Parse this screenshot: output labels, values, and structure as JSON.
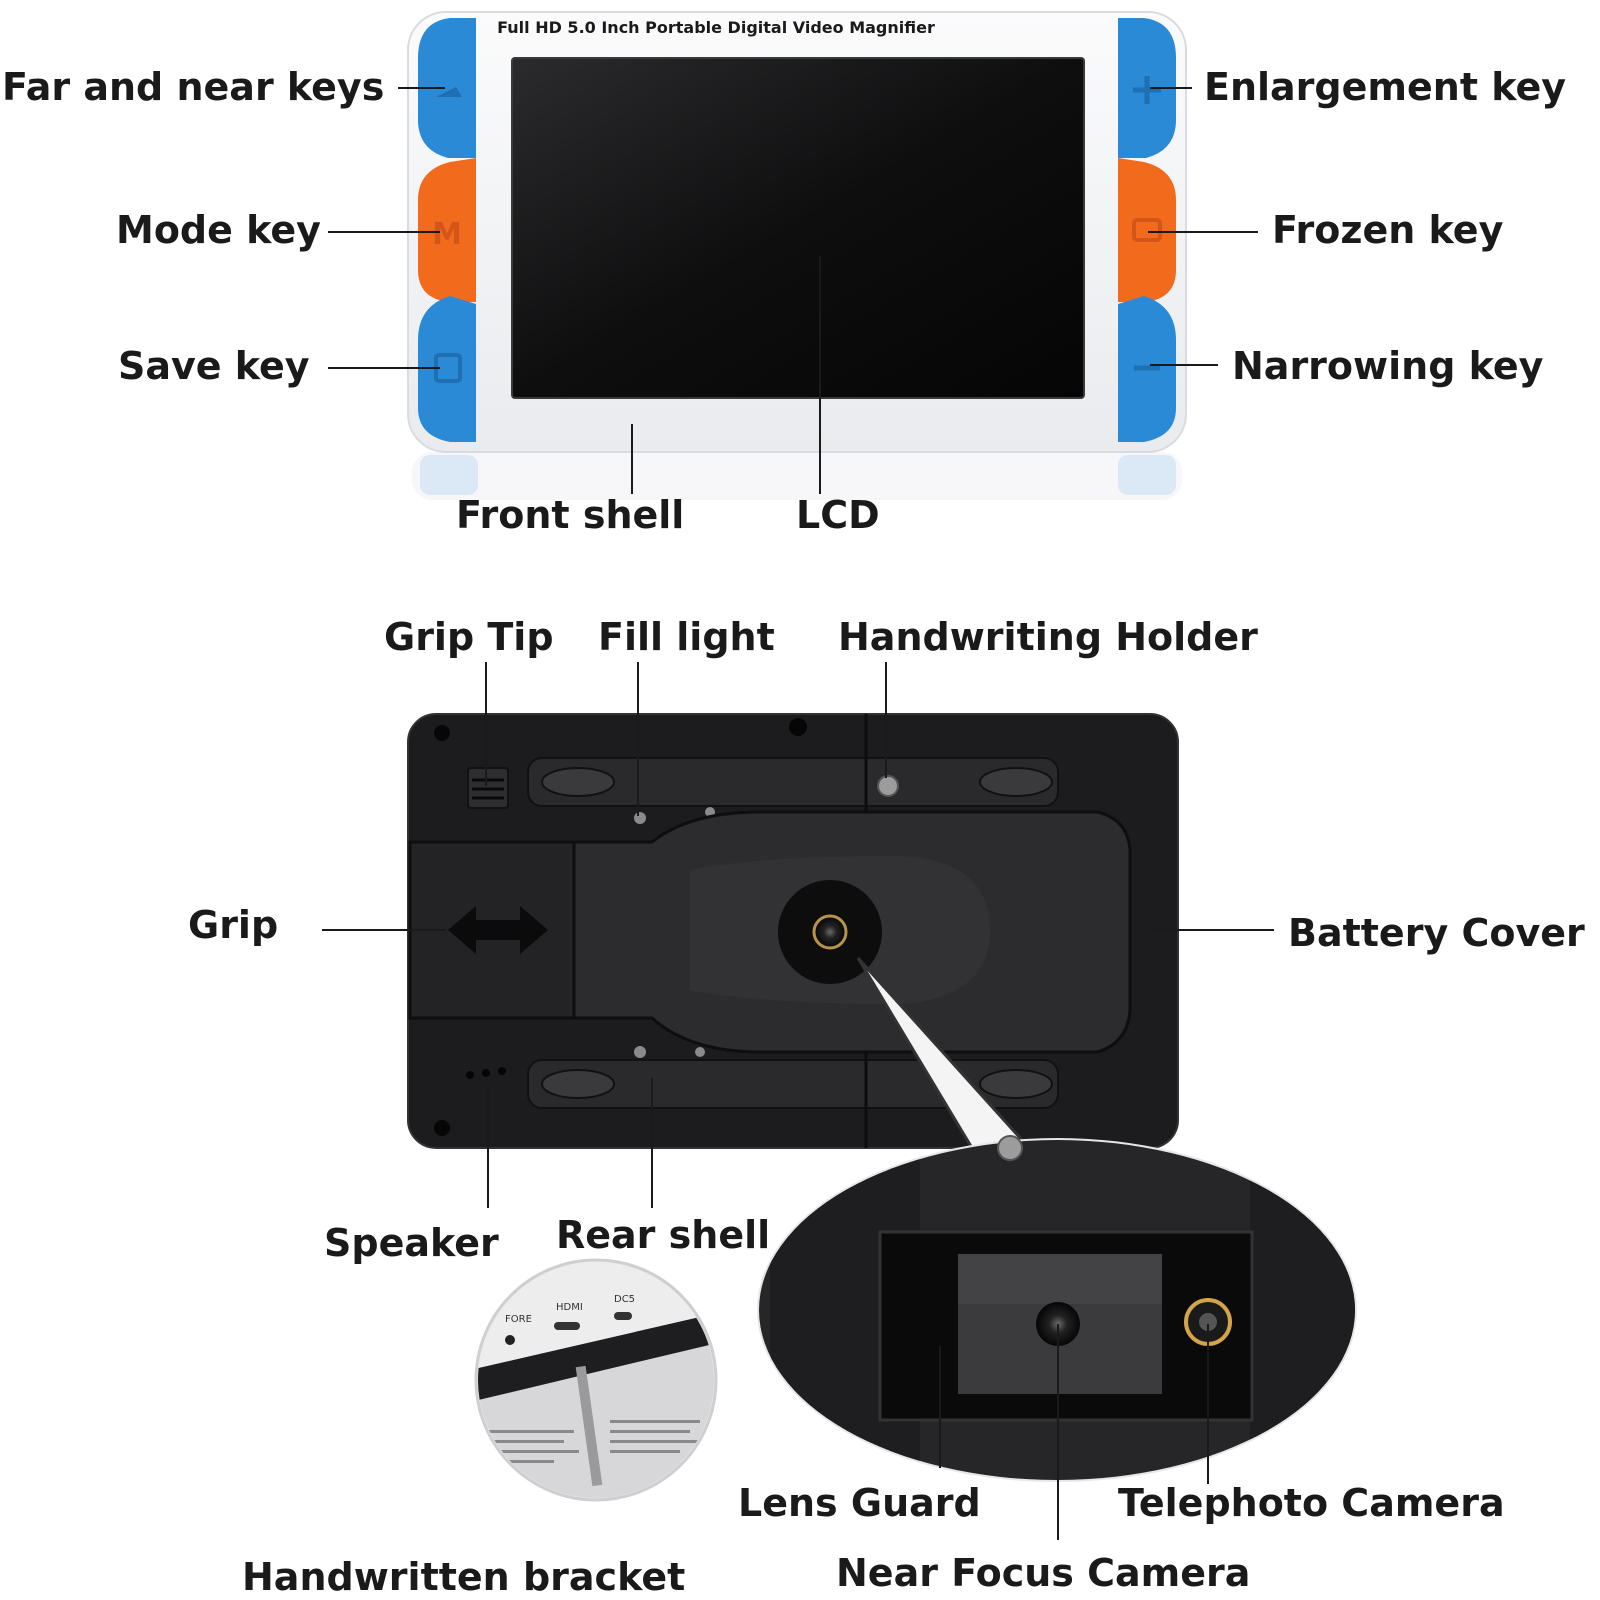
{
  "device_title": "Full HD 5.0 Inch Portable Digital Video Magnifier",
  "colors": {
    "key_blue": "#2b8ad6",
    "key_orange": "#f26b1d",
    "shell_white": "#f4f5f7",
    "screen_black": "#0b0b0b",
    "rear_black": "#1c1c1e",
    "label_text": "#1a1a1a"
  },
  "front_view": {
    "labels": {
      "far_near_keys": "Far and near keys",
      "mode_key": "Mode key",
      "save_key": "Save key",
      "enlargement_key": "Enlargement key",
      "frozen_key": "Frozen key",
      "narrowing_key": "Narrowing key",
      "front_shell": "Front shell",
      "lcd": "LCD"
    },
    "key_icons": {
      "far_near": "triangle-icon",
      "mode": "m-letter-icon",
      "save": "save-icon",
      "enlarge": "plus-icon",
      "frozen": "camera-icon",
      "narrow": "minus-icon"
    }
  },
  "rear_view": {
    "labels": {
      "grip_tip": "Grip Tip",
      "fill_light": "Fill light",
      "handwriting_holder": "Handwriting Holder",
      "grip": "Grip",
      "battery_cover": "Battery Cover",
      "speaker": "Speaker",
      "rear_shell": "Rear shell"
    }
  },
  "detail_views": {
    "labels": {
      "handwritten_bracket": "Handwritten bracket",
      "lens_guard": "Lens Guard",
      "telephoto_camera": "Telephoto Camera",
      "near_focus_camera": "Near Focus Camera"
    },
    "port_labels": [
      "FORE",
      "HDMI",
      "DC5"
    ]
  }
}
